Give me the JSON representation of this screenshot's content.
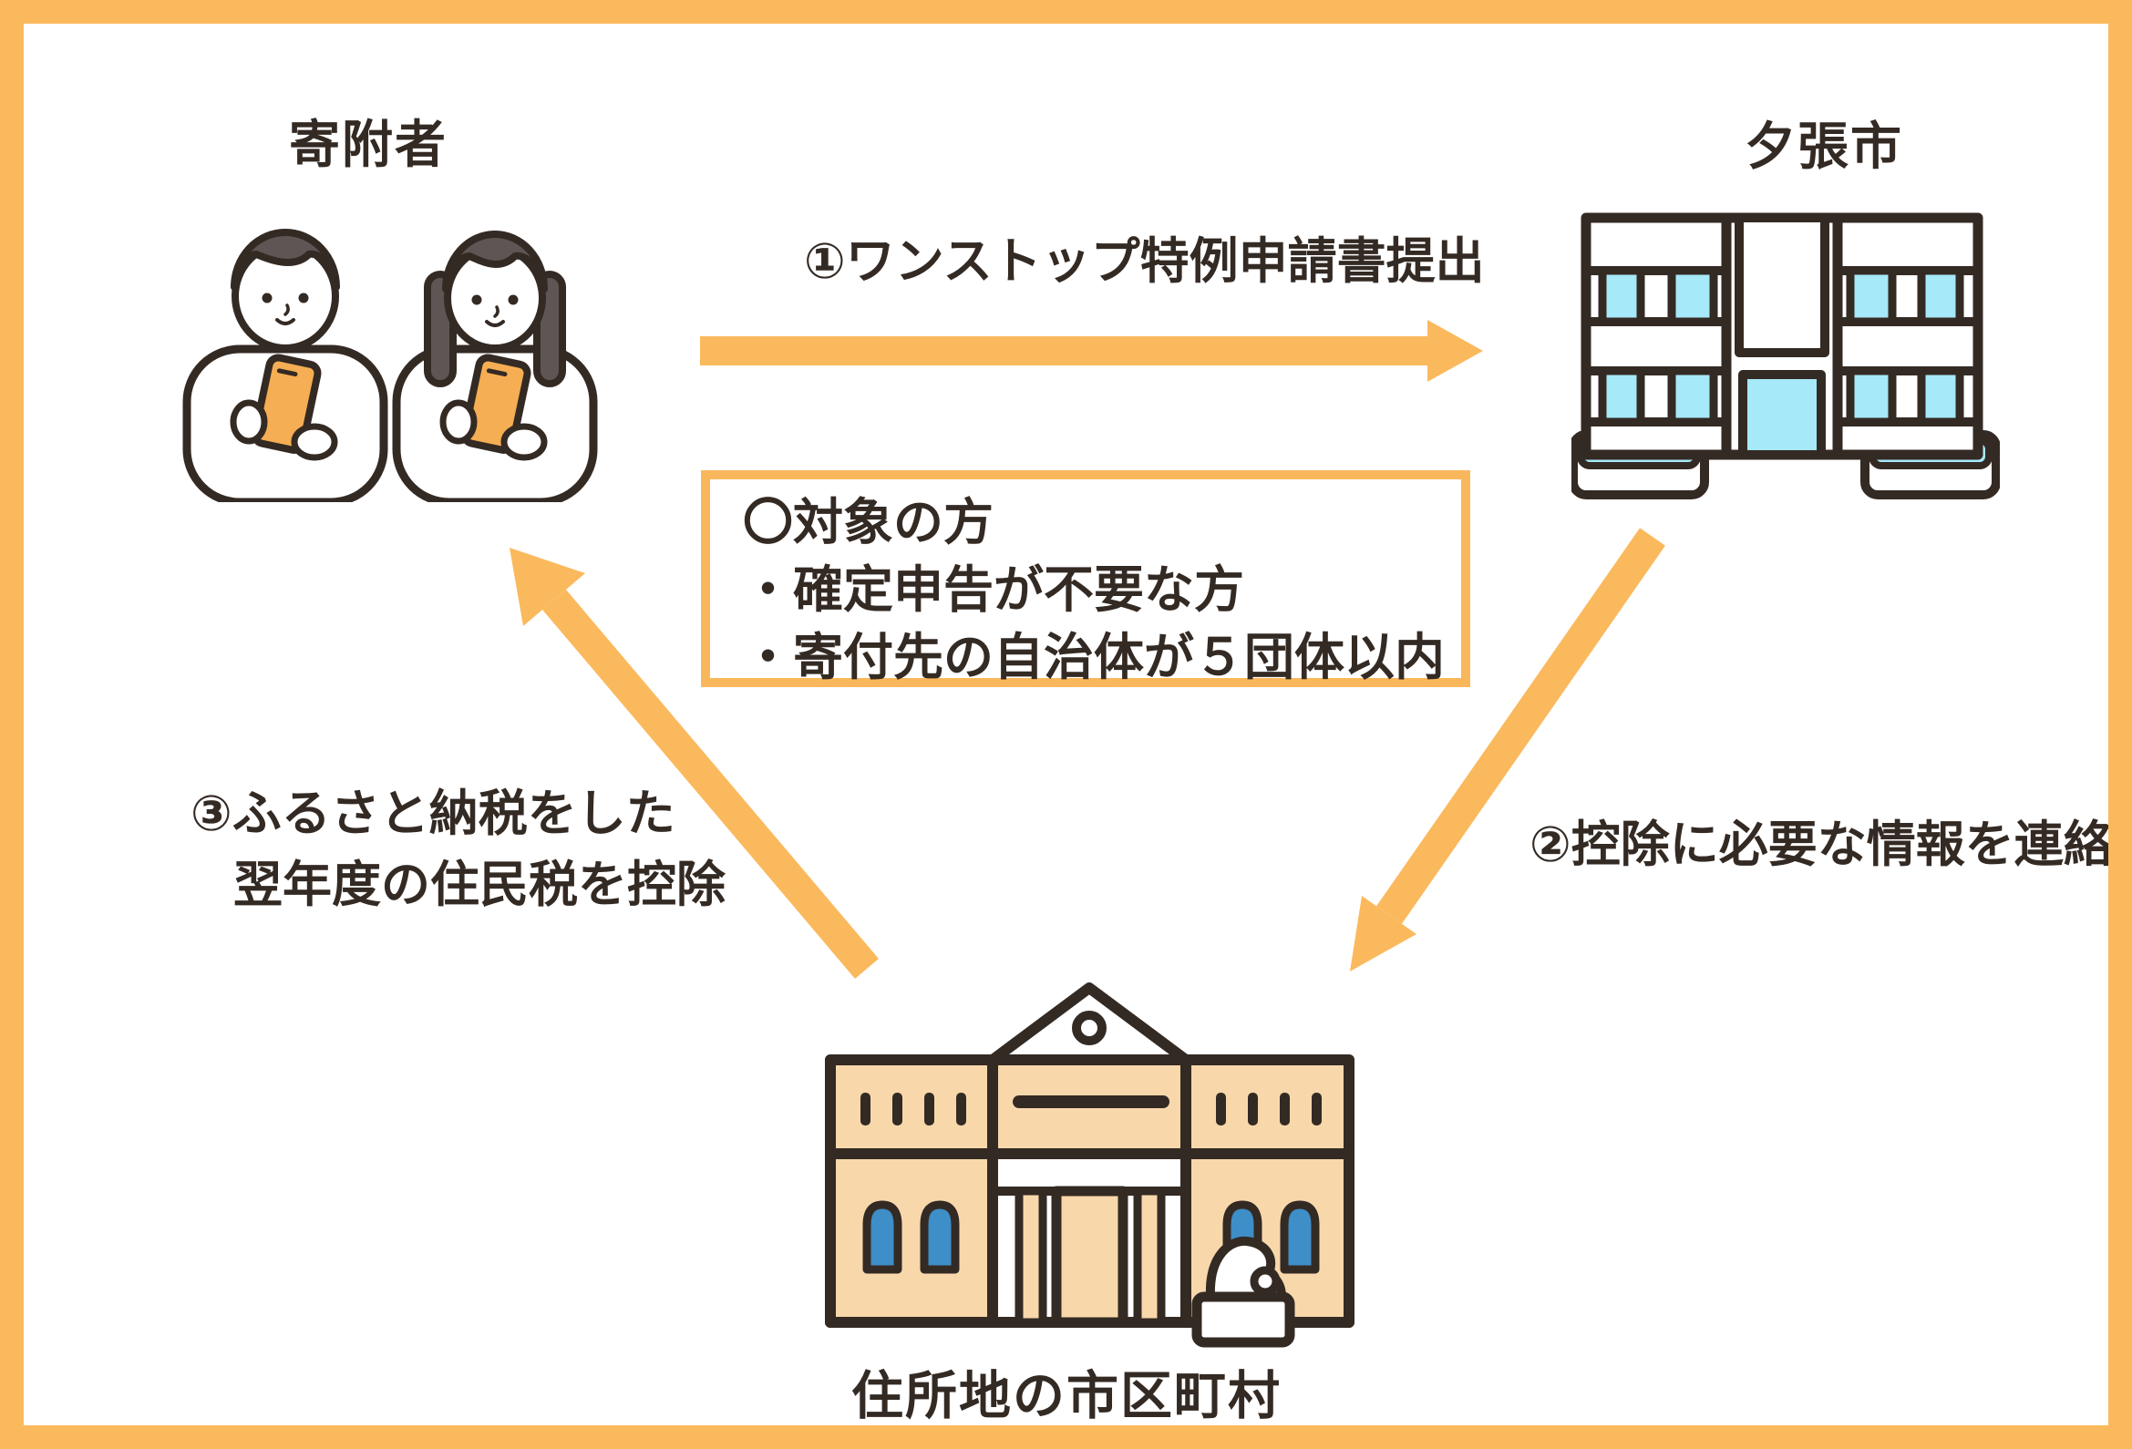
{
  "colors": {
    "accent_orange": "#FBB95D",
    "outline_dark": "#342A24",
    "building_tan": "#F8D8AB",
    "window_blue": "#3E8EC8",
    "window_cyan": "#A6E9F8",
    "hair_gray": "#5E5654",
    "phone_orange": "#F5AE53"
  },
  "nodes": {
    "donor": {
      "label": "寄附者"
    },
    "yubari_city": {
      "label": "夕張市"
    },
    "municipality": {
      "label": "住所地の市区町村"
    }
  },
  "arrows": {
    "step1": {
      "label": "①ワンストップ特例申請書提出",
      "from": "寄附者",
      "to": "夕張市"
    },
    "step2": {
      "label": "②控除に必要な情報を連絡",
      "from": "夕張市",
      "to": "住所地の市区町村"
    },
    "step3": {
      "line1": "③ふるさと納税をした",
      "line2": "翌年度の住民税を控除",
      "from": "住所地の市区町村",
      "to": "寄附者"
    }
  },
  "info_box": {
    "title": "〇対象の方",
    "items": [
      "・確定申告が不要な方",
      "・寄付先の自治体が５団体以内"
    ]
  }
}
